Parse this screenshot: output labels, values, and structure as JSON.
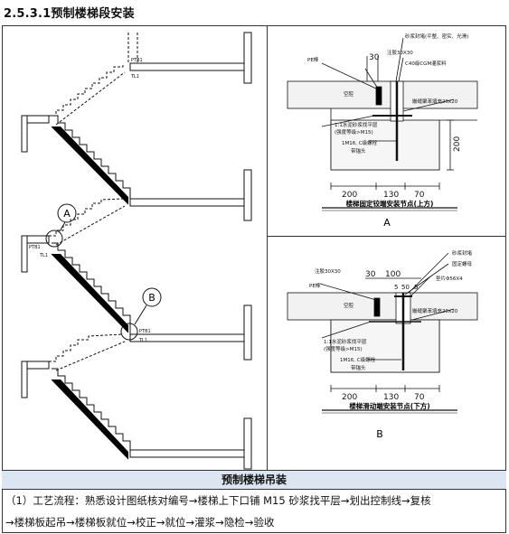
{
  "heading": "2.5.3.1预制楼梯段安装",
  "elevation": {
    "labels": {
      "pt_upper": "PTB1",
      "tl_upper": "TL1",
      "pt_mid": "PTB1",
      "tl_mid": "TL1",
      "pt_lower": "PTB1",
      "tl_lower": "TL1"
    },
    "callout_a": "A",
    "callout_b": "B"
  },
  "detail_a": {
    "label_caulk": "砂浆封堵(平整、密实、光滑)",
    "label_slot": "注胶30X30",
    "label_grout": "C40级CGM灌浆料",
    "label_pe": "PE棒",
    "label_cavity": "空腔",
    "label_filler": "嵌缝聚苯填充20x20",
    "label_mortar1": "1:1水泥砂浆找平层",
    "label_mortar2": "(强度等级>M15)",
    "label_bolt1": "1M16, C级螺栓",
    "label_bolt2": "带锚头",
    "dim_30": "30",
    "dim_200v": "200",
    "dim_200h": "200",
    "dim_130": "130",
    "dim_70": "70",
    "caption": "楼梯固定铰端安装节点(上方)",
    "letter": "A"
  },
  "detail_b": {
    "label_slot": "注胶30X30",
    "dim_30": "30",
    "dim_100": "100",
    "label_caulk": "砂浆封堵",
    "label_nut": "固定螺母",
    "label_pe": "PE棒",
    "dim_5": "5",
    "dim_50": "50",
    "dim_5b": "5",
    "label_plate": "垫片Φ56X4",
    "label_cavity": "空腔",
    "label_filler": "嵌缝聚苯填充20x20",
    "label_mortar1": "1:1水泥砂浆找平层",
    "label_mortar2": "(强度等级>M15)",
    "label_bolt1": "1M16, C级螺栓",
    "label_bolt2": "带锚头",
    "dim_200h": "200",
    "dim_130": "130",
    "dim_70": "70",
    "caption": "楼梯滑动端安装节点(下方)",
    "letter": "B"
  },
  "section_title": "预制楼梯吊装",
  "process_line1": "（1）工艺流程：熟悉设计图纸核对编号→楼梯上下口铺 M15 砂浆找平层→划出控制线→复核",
  "process_line2": "→楼梯板起吊→楼梯板就位→校正→就位→灌浆→隐检→验收"
}
